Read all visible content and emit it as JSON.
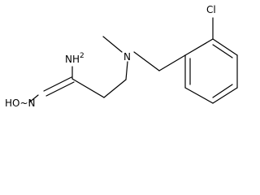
{
  "molecule": {
    "atom_labels": {
      "chlorine": "Cl",
      "nitrogen": "N",
      "amine": "NH",
      "amine_subscript": "2",
      "hydroxyimino": "HO",
      "hydroxyimino_n": "N"
    }
  }
}
